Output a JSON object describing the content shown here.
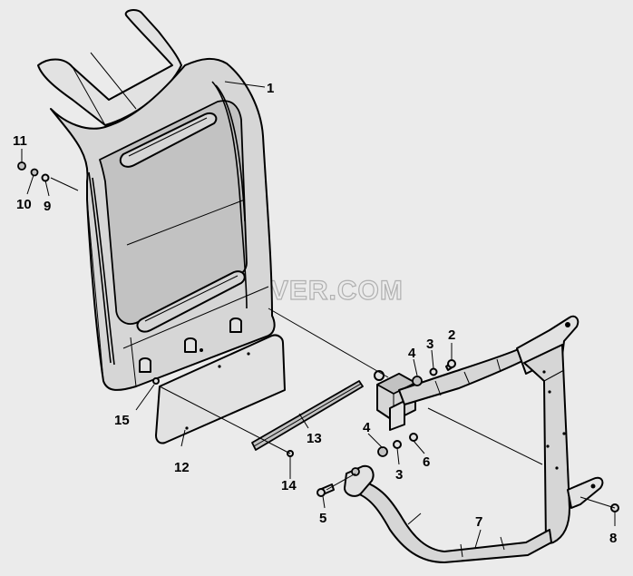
{
  "watermark": "SPECSERVER.COM",
  "callouts": {
    "c1": "1",
    "c2": "2",
    "c3a": "3",
    "c3b": "3",
    "c4a": "4",
    "c4b": "4",
    "c5": "5",
    "c6": "6",
    "c7": "7",
    "c8": "8",
    "c9": "9",
    "c10": "10",
    "c11": "11",
    "c12": "12",
    "c13": "13",
    "c14": "14",
    "c15": "15"
  }
}
